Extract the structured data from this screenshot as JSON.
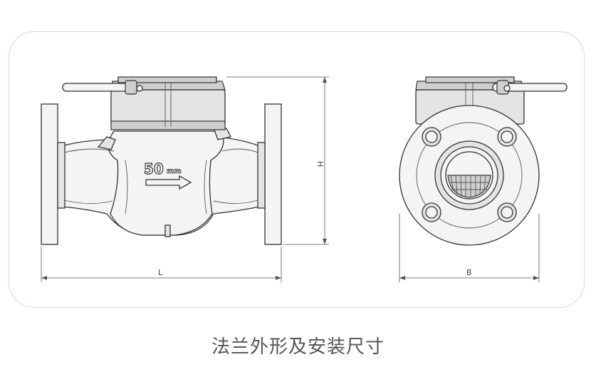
{
  "caption": "法兰外形及安装尺寸",
  "labels": {
    "length": "L",
    "height": "H",
    "width": "B"
  },
  "body_marking": {
    "size": "50",
    "unit": "mm"
  }
}
